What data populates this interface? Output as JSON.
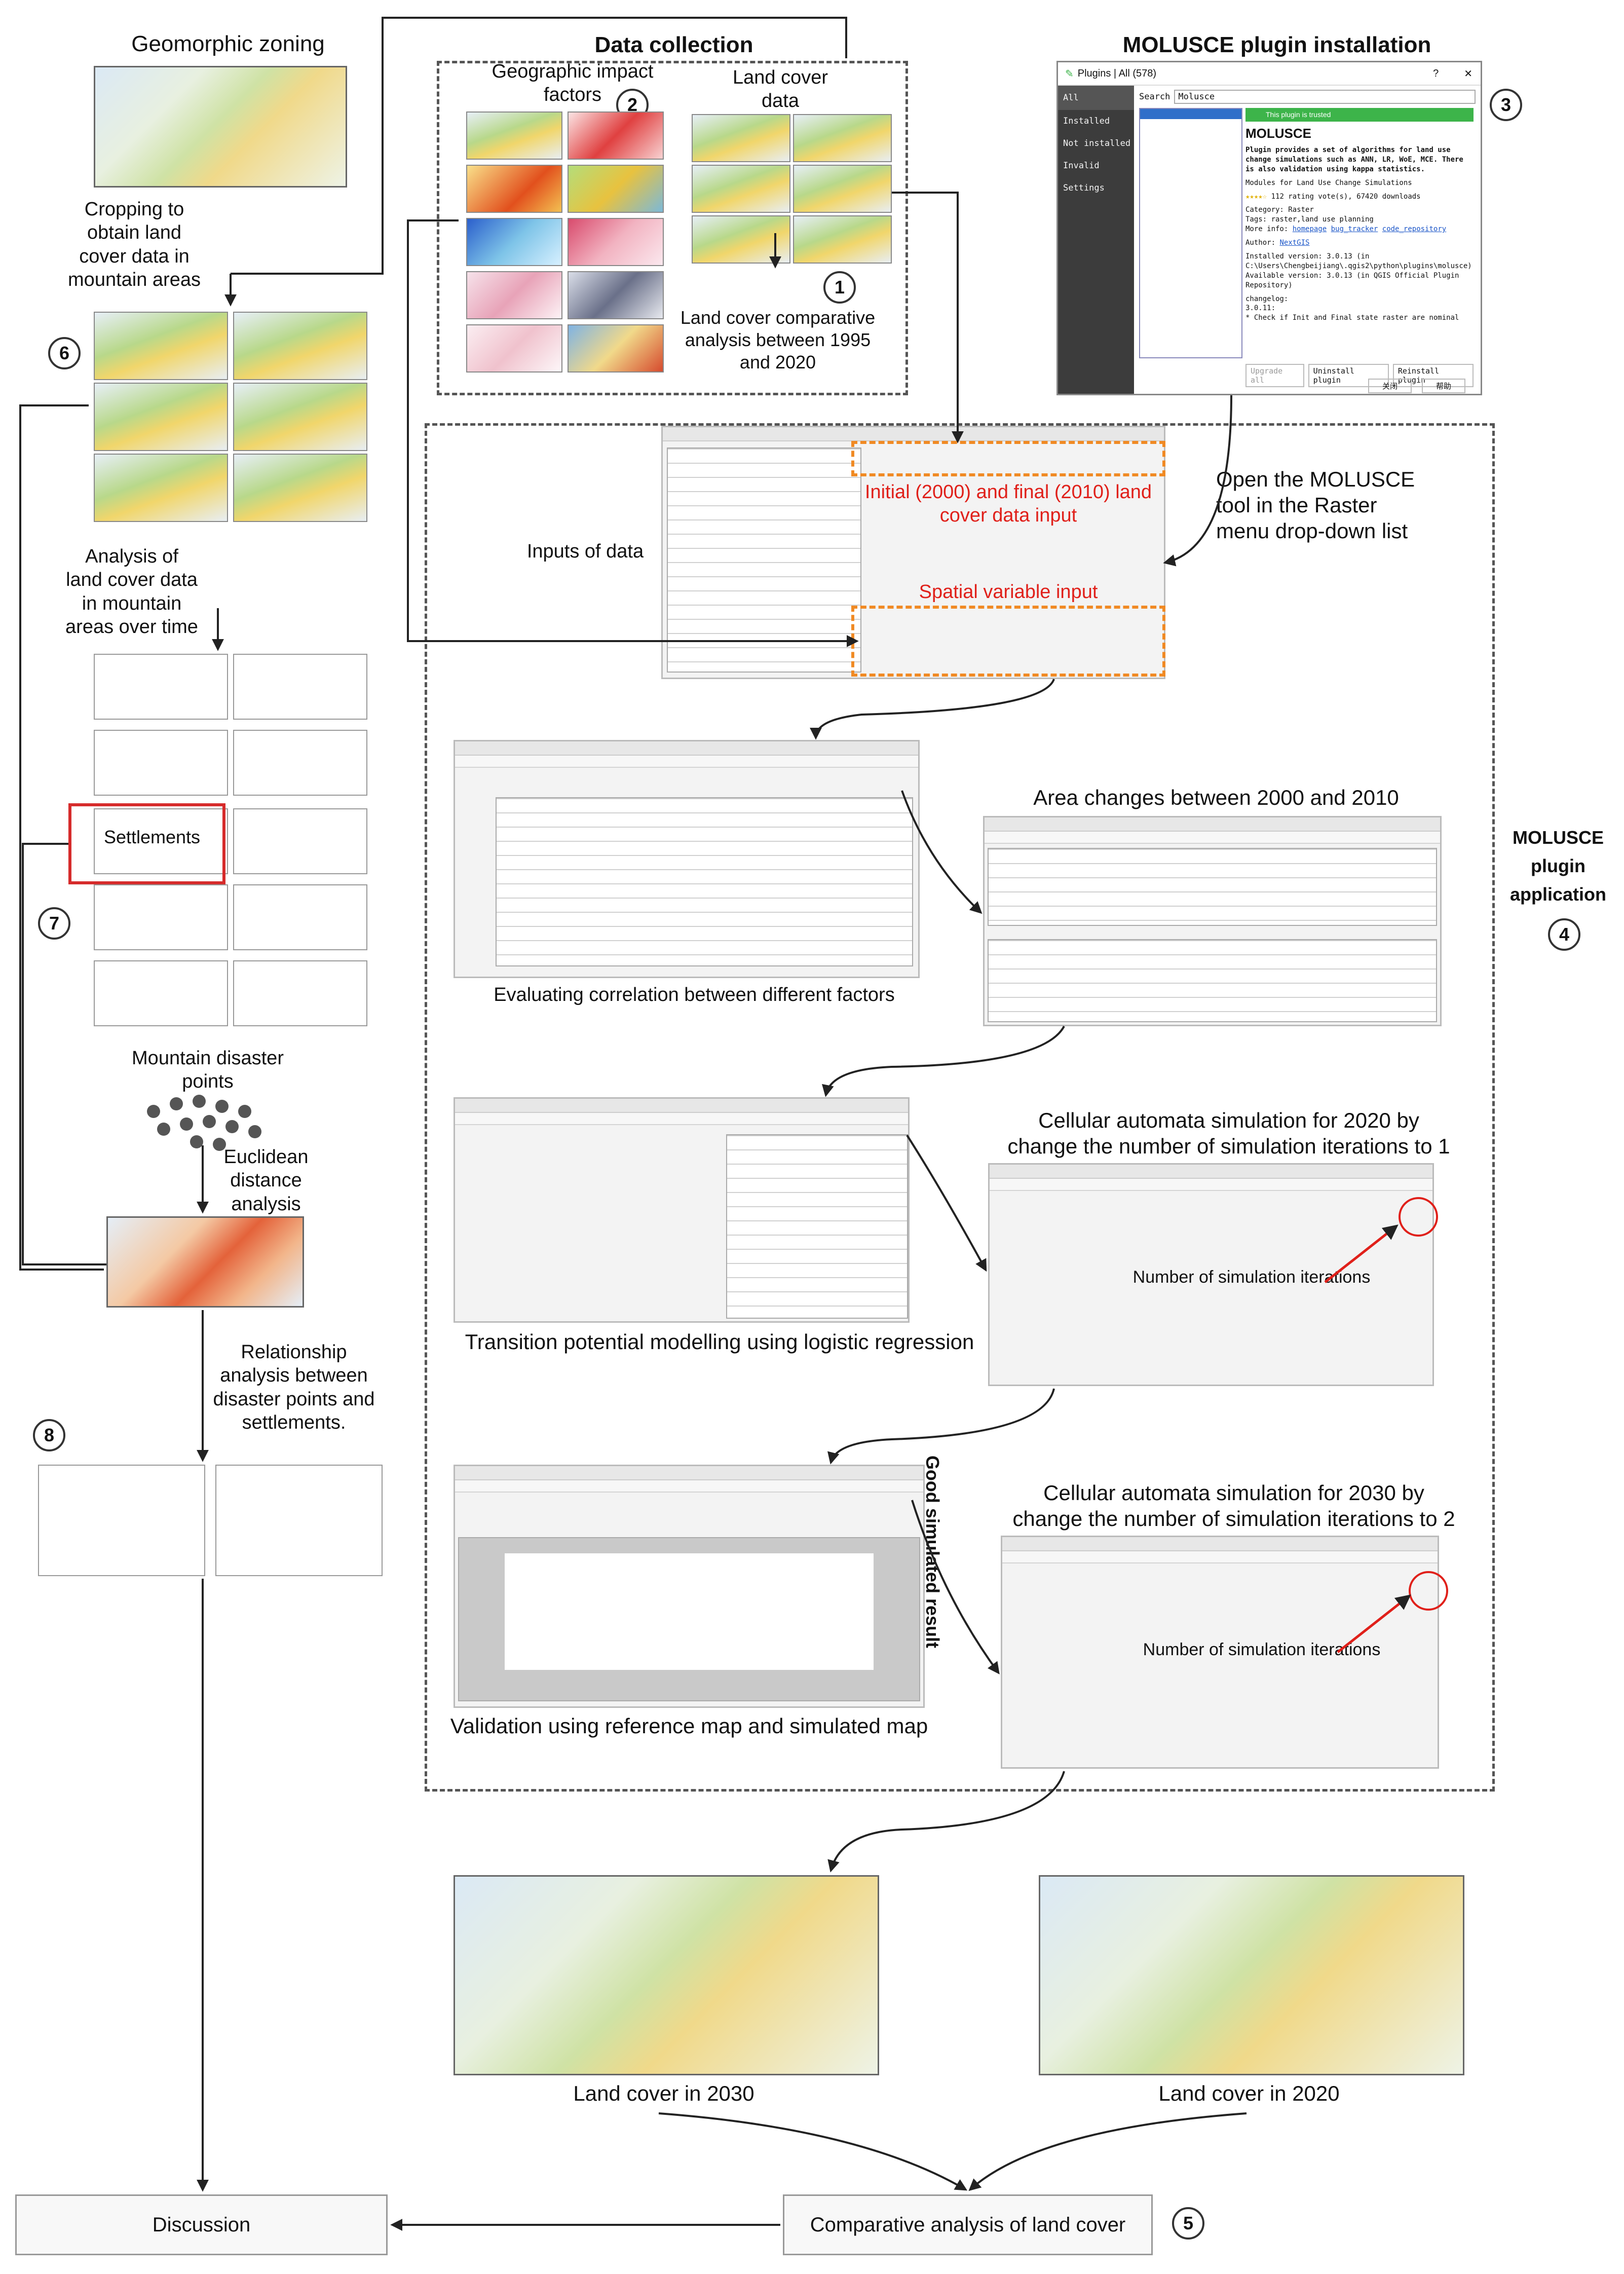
{
  "titles": {
    "geomorphic": "Geomorphic zoning",
    "data_collection": "Data collection",
    "molusce_install": "MOLUSCE plugin installation",
    "molusce_app": "MOLUSCE\nplugin\napplication"
  },
  "labels": {
    "geo_factors": "Geographic impact\nfactors",
    "land_cover_data": "Land cover\ndata",
    "comparative_1995_2020": "Land cover comparative\nanalysis between 1995\nand 2020",
    "cropping": "Cropping to\nobtain land\ncover data in\nmountain areas",
    "analysis_time": "Analysis of\nland cover data\nin mountain\nareas over time",
    "settlements": "Settlements",
    "disaster_points": "Mountain disaster\npoints",
    "euclidean": "Euclidean\ndistance\nanalysis",
    "relationship": "Relationship\nanalysis between\ndisaster points and\nsettlements.",
    "inputs_of_data": "Inputs of data",
    "initial_final": "Initial (2000) and final (2010) land\ncover data input",
    "spatial_var": "Spatial variable input",
    "open_tool": "Open the MOLUSCE\ntool in the Raster\nmenu drop-down list",
    "area_changes": "Area changes between 2000 and 2010",
    "correlation": "Evaluating correlation between different factors",
    "ca_2020": "Cellular automata simulation for 2020  by\nchange the  number of simulation iterations to 1",
    "num_iter_1": "Number of simulation iterations",
    "transition": "Transition potential modelling using logistic regression",
    "good_sim": "Good simulated result",
    "ca_2030": "Cellular automata simulation for 2030 by\nchange the  number of simulation iterations to 2",
    "num_iter_2": "Number of simulation iterations",
    "validation": "Validation using reference map and simulated map",
    "lc_2030": "Land cover in 2030",
    "lc_2020": "Land cover in 2020",
    "discussion": "Discussion",
    "comparative": "Comparative analysis of land cover"
  },
  "numbers": {
    "n1": "1",
    "n2": "2",
    "n3": "3",
    "n4": "4",
    "n5": "5",
    "n6": "6",
    "n7": "7",
    "n8": "8"
  },
  "plugin_window": {
    "title": "Plugins | All (578)",
    "search_label": "Search",
    "search_value": "Molusce",
    "sidebar": [
      "All",
      "Installed",
      "Not installed",
      "Invalid",
      "Settings"
    ],
    "trusted": "This plugin is trusted",
    "plugin_name": "MOLUSCE",
    "description": "Plugin provides a set of algorithms for land use change simulations such as ANN, LR, WoE, MCE. There is also validation using kappa statistics.",
    "module": "Modules for Land Use Change Simulations",
    "rating": "112 rating vote(s), 67420 downloads",
    "category": "Category: Raster",
    "tags": "Tags: raster,land use planning",
    "more_info": "More info:",
    "links": [
      "homepage",
      "bug_tracker",
      "code_repository"
    ],
    "author": "Author:",
    "author_name": "NextGIS",
    "installed_version": "Installed version: 3.0.13 (in C:\\Users\\Chengbeijiang\\.qgis2\\python\\plugins\\molusce)",
    "available_version": "Available version: 3.0.13 (in QGIS Official Plugin Repository)",
    "changelog": "changelog:",
    "change_version": "3.0.11:",
    "change_item": "* Check if Init and Final state raster are nominal",
    "buttons": [
      "Upgrade all",
      "Uninstall plugin",
      "Reinstall plugin"
    ],
    "close_label": "关闭",
    "help_label": "帮助"
  },
  "colors": {
    "accent_red": "#e0201a",
    "orange_dash": "#f08a24",
    "dash_gray": "#555555",
    "plugin_green": "#3db44a"
  }
}
